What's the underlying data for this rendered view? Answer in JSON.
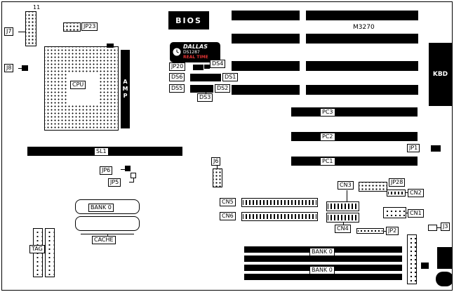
{
  "board": {
    "model": "M3270"
  },
  "labels": {
    "pin11": "11",
    "j7": "J7",
    "j8": "J8",
    "jp23": "JP23",
    "cpu": "CPU",
    "amp": "AMP",
    "bios": "BIOS",
    "jp20": "JP20",
    "ds1": "DS1",
    "ds2": "DS2",
    "ds3": "DS3",
    "ds4": "DS4",
    "ds5": "DS5",
    "ds6": "DS6",
    "kbd": "KBD",
    "pc1": "PC1",
    "pc2": "PC2",
    "pc3": "PC3",
    "jp1": "JP1",
    "sl1": "SL1",
    "j6": "J6",
    "jp6": "JP6",
    "jp5": "JP5",
    "bank0_cache": "BANK 0",
    "cache": "CACHE",
    "tag": "TAG",
    "cn5": "CN5",
    "cn6": "CN6",
    "cn3": "CN3",
    "cn4": "CN4",
    "jp28": "JP28",
    "cn2": "CN2",
    "cn1": "CN1",
    "jp2": "JP2",
    "j3": "J3",
    "bank0_simm_top": "BANK 0",
    "bank0_simm_bottom": "BANK 0"
  },
  "rtc": {
    "brand": "DALLAS",
    "part": "DS1287",
    "type": "REAL TIME"
  },
  "colors": {
    "board_bg": "#ffffff",
    "component": "#000000",
    "rtc_accent": "#e03434"
  }
}
